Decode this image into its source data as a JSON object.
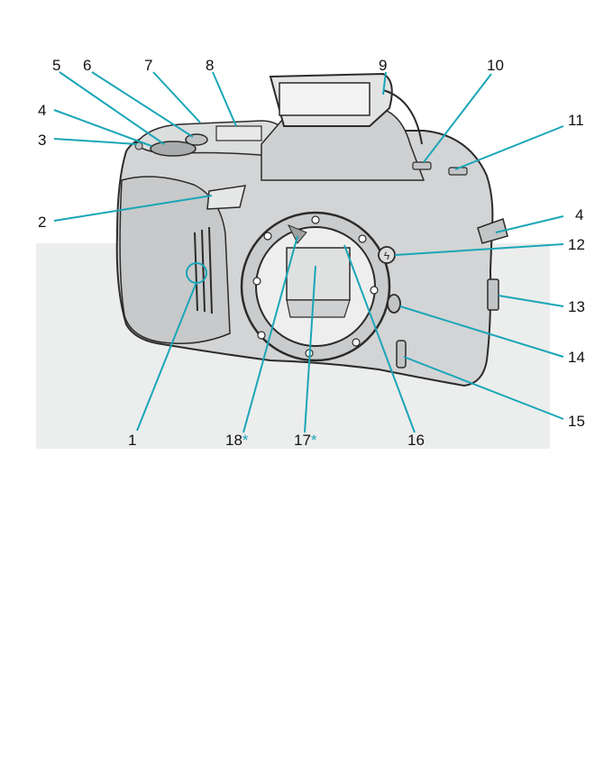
{
  "colors": {
    "leader_line": "#1aa6b7",
    "camera_fill": "#d3d4d5",
    "camera_shade": "#bfc1c2",
    "outline": "#2b2b2b",
    "background_panel": "#e9eaea"
  },
  "callouts": {
    "c1": {
      "number": "1",
      "suffix": ""
    },
    "c2": {
      "number": "2",
      "suffix": ""
    },
    "c3": {
      "number": "3",
      "suffix": ""
    },
    "c4a": {
      "number": "4",
      "suffix": ""
    },
    "c4b": {
      "number": "4",
      "suffix": ""
    },
    "c5": {
      "number": "5",
      "suffix": ""
    },
    "c6": {
      "number": "6",
      "suffix": ""
    },
    "c7": {
      "number": "7",
      "suffix": ""
    },
    "c8": {
      "number": "8",
      "suffix": ""
    },
    "c9": {
      "number": "9",
      "suffix": ""
    },
    "c10": {
      "number": "10",
      "suffix": ""
    },
    "c11": {
      "number": "11",
      "suffix": ""
    },
    "c12": {
      "number": "12",
      "suffix": ""
    },
    "c13": {
      "number": "13",
      "suffix": ""
    },
    "c14": {
      "number": "14",
      "suffix": ""
    },
    "c15": {
      "number": "15",
      "suffix": ""
    },
    "c16": {
      "number": "16",
      "suffix": ""
    },
    "c17": {
      "number": "17",
      "suffix": "*"
    },
    "c18": {
      "number": "18",
      "suffix": "*"
    }
  }
}
